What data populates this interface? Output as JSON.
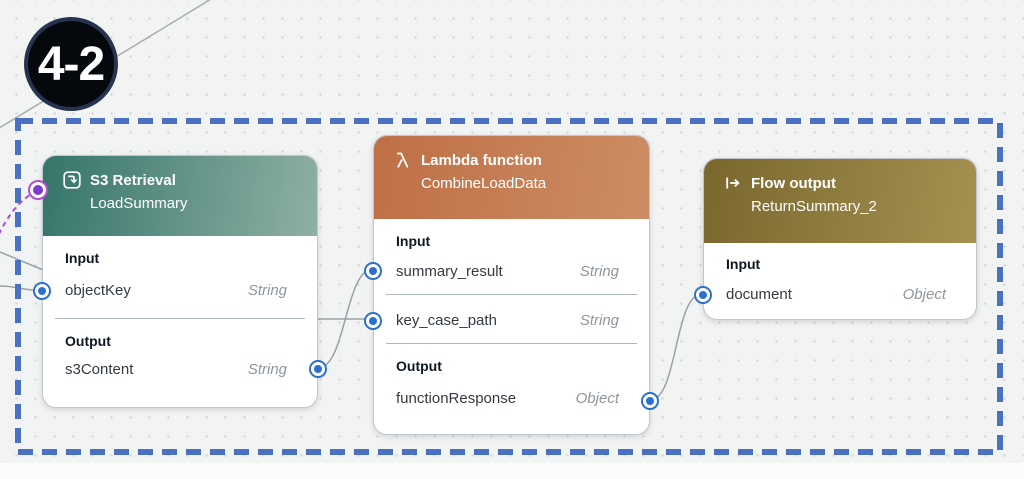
{
  "badge": {
    "label": "4-2"
  },
  "canvas": {
    "background": "#f2f3f3",
    "dot_color": "#d2d5d7",
    "highlight_border_color": "#4a70c2",
    "edge_color": "#9aa1a8",
    "condition_edge_color": "#a64fd6"
  },
  "ports": {
    "blue": "#2b6fd0",
    "purple_ring": "#b44dd6",
    "purple_center": "#7d3bcd"
  },
  "nodes": [
    {
      "type_label": "S3 Retrieval",
      "instance_name": "LoadSummary",
      "icon": "s3-retrieval-icon",
      "header_colors": [
        "#35756a",
        "#8fb0a4"
      ],
      "sections": [
        {
          "label": "Input",
          "rows": [
            {
              "name": "objectKey",
              "type": "String"
            }
          ]
        },
        {
          "label": "Output",
          "rows": [
            {
              "name": "s3Content",
              "type": "String"
            }
          ]
        }
      ]
    },
    {
      "type_label": "Lambda function",
      "instance_name": "CombineLoadData",
      "icon": "lambda-icon",
      "header_colors": [
        "#bf6f45",
        "#cd8d64"
      ],
      "sections": [
        {
          "label": "Input",
          "rows": [
            {
              "name": "summary_result",
              "type": "String"
            },
            {
              "name": "key_case_path",
              "type": "String"
            }
          ]
        },
        {
          "label": "Output",
          "rows": [
            {
              "name": "functionResponse",
              "type": "Object"
            }
          ]
        }
      ]
    },
    {
      "type_label": "Flow output",
      "instance_name": "ReturnSummary_2",
      "icon": "flow-output-icon",
      "header_colors": [
        "#7a672e",
        "#a5914f"
      ],
      "sections": [
        {
          "label": "Input",
          "rows": [
            {
              "name": "document",
              "type": "Object"
            }
          ]
        }
      ]
    }
  ],
  "edges": [
    {
      "from": "offscreen-left",
      "to": "LoadSummary.objectKey"
    },
    {
      "from": "offscreen-left",
      "to": "CombineLoadData.key_case_path"
    },
    {
      "from": "LoadSummary.s3Content",
      "to": "CombineLoadData.summary_result"
    },
    {
      "from": "CombineLoadData.functionResponse",
      "to": "ReturnSummary_2.document"
    },
    {
      "from": "LoadSummary.header-port",
      "to": "offscreen-left",
      "style": "dashed-purple"
    }
  ]
}
